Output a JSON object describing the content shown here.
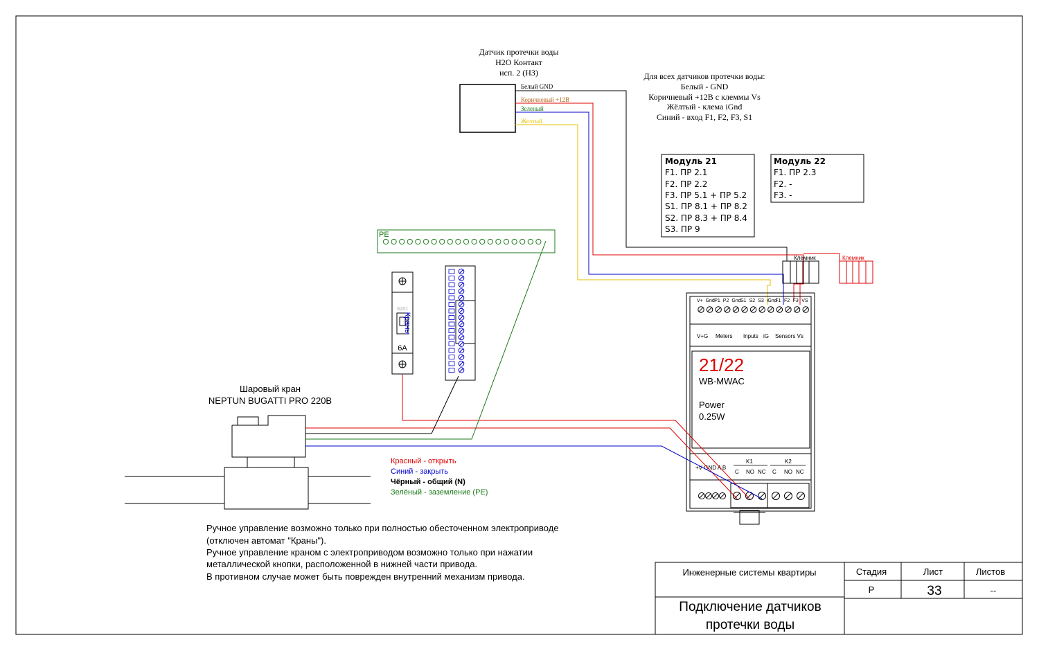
{
  "sensor": {
    "title_lines": [
      "Датчик протечки воды",
      "H2O Контакт",
      "исп. 2 (НЗ)"
    ],
    "wires": [
      {
        "label": "Белый GND",
        "color": "#000000"
      },
      {
        "label": "Коричневый +12В",
        "color": "#b5651d"
      },
      {
        "label": "Зеленый",
        "color": "#1a7a1a"
      },
      {
        "label": "Желтый",
        "color": "#e6c200"
      }
    ]
  },
  "legend_sensors": {
    "lines": [
      "Для всех датчиков протечки воды:",
      "Белый - GND",
      "Коричневый +12В с клеммы Vs",
      "Жёлтый - клема iGnd",
      "Синий - вход F1, F2, F3, S1"
    ]
  },
  "module21": {
    "title": "Модуль 21",
    "lines": [
      "F1. ПР 2.1",
      "F2. ПР 2.2",
      "F3. ПР 5.1 + ПР 5.2",
      "S1. ПР 8.1 + ПР 8.2",
      "S2. ПР 8.3 + ПР 8.4",
      "S3. ПР 9"
    ]
  },
  "module22": {
    "title": "Модуль 22",
    "lines": [
      "F1. ПР 2.3",
      "F2. -",
      "F3. -"
    ]
  },
  "pe_bar": {
    "label": "PE"
  },
  "breaker": {
    "model": "S201",
    "name": "Краны",
    "rating": "6A"
  },
  "terminal_labels": {
    "black": "Клемник",
    "red": "Клемник"
  },
  "device": {
    "top_pins": [
      "V+",
      "Gnd",
      "P1",
      "P2",
      "Gnd",
      "S1",
      "S2",
      "S3",
      "iGnd",
      "F1",
      "F2",
      "F3",
      "VS"
    ],
    "groups": [
      "V+G",
      "Meters",
      "Inputs",
      "iG",
      "Sensors Vs"
    ],
    "number": "21/22",
    "model": "WB-MWAC",
    "power_label": "Power",
    "power_value": "0.25W",
    "k1": "K1",
    "k2": "K2",
    "bottom_left_labels": "+V GND A B",
    "k1_pins": [
      "C",
      "NO",
      "NC"
    ],
    "k2_pins": [
      "C",
      "NO",
      "NC"
    ]
  },
  "valve": {
    "title_lines": [
      "Шаровый кран",
      "NEPTUN BUGATTI PRO 220В"
    ]
  },
  "legend_valve": [
    {
      "text": "Красный - открыть",
      "color": "#e00000",
      "bold": false
    },
    {
      "text": "Синий - закрыть",
      "color": "#0000cc",
      "bold": false
    },
    {
      "text": "Чёрный - общий (N)",
      "color": "#000000",
      "bold": true
    },
    {
      "text": "Зелёный - заземление (PE)",
      "color": "#1a7a1a",
      "bold": false
    }
  ],
  "notes": [
    "Ручное управление возможно только при полностью обесточенном электроприводе",
    "(отключен автомат \"Краны\").",
    "Ручное управление краном с электроприводом возможно только при нажатии",
    "металлической кнопки, расположенной в нижней части привода.",
    "В противном случае может быть поврежден внутренний механизм привода."
  ],
  "title_block": {
    "project": "Инженерные системы квартиры",
    "stage_header": "Стадия",
    "sheet_header": "Лист",
    "sheets_header": "Листов",
    "stage": "Р",
    "sheet": "33",
    "sheets": "--",
    "title_line1": "Подключение датчиков",
    "title_line2": "протечки воды"
  },
  "colors": {
    "red": "#e00000",
    "blue": "#0000cc",
    "green": "#1a7a1a",
    "yellow": "#e6c200",
    "brown": "#b5651d",
    "black": "#000000"
  }
}
